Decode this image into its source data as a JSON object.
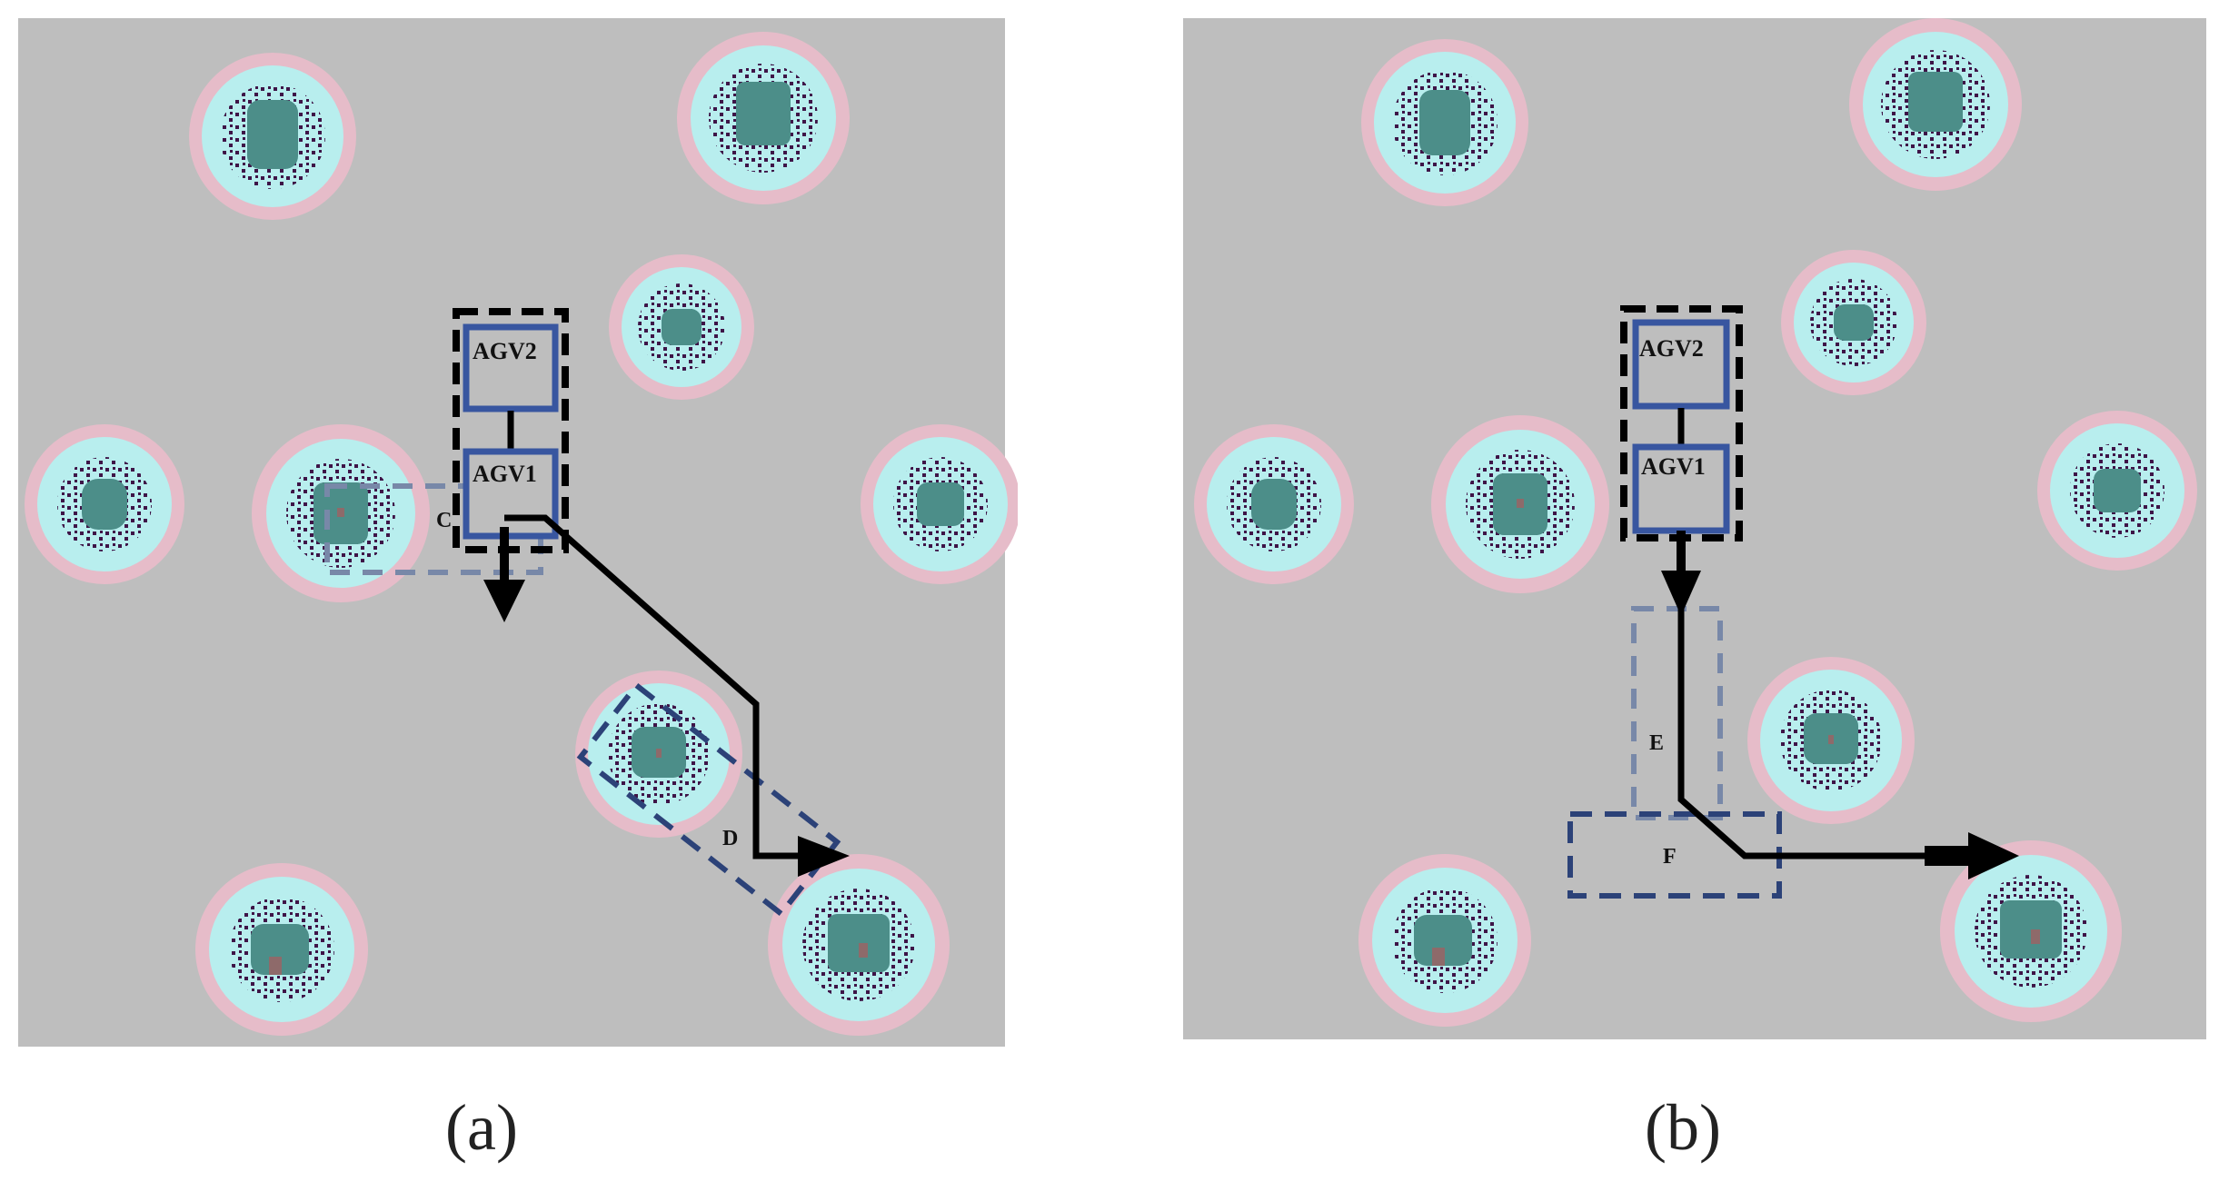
{
  "figure": {
    "colors": {
      "background": "#bebebe",
      "obstacle_halo_outer": "#e6bcc9",
      "obstacle_halo_inner": "#b8eeee",
      "obstacle_core": "#4c8e89",
      "obstacle_speckle": "#3e1447",
      "obstacle_center": "#8e6a6a",
      "agv_box": "#3856a0",
      "group_box": "#000000",
      "zone_light": "#7888a8",
      "zone_dark": "#2c4278",
      "path": "#000000"
    },
    "panels": [
      {
        "id": "a",
        "caption": "(a)",
        "agv_labels": [
          "AGV2",
          "AGV1"
        ],
        "zone_labels": [
          "C",
          "D"
        ]
      },
      {
        "id": "b",
        "caption": "(b)",
        "agv_labels": [
          "AGV2",
          "AGV1"
        ],
        "zone_labels": [
          "E",
          "F"
        ]
      }
    ]
  }
}
